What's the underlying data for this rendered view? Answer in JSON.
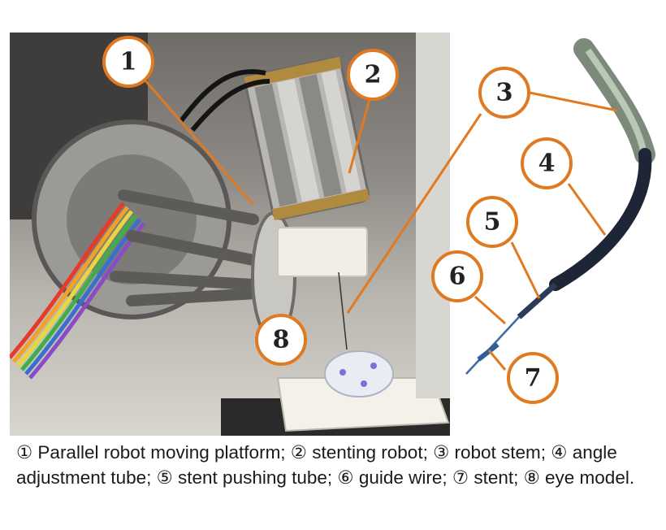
{
  "figure": {
    "left_photo": "left-photo",
    "right_photo": "right-photo"
  },
  "callouts": [
    "1",
    "2",
    "3",
    "4",
    "5",
    "6",
    "7",
    "8"
  ],
  "caption": {
    "text": "① Parallel robot moving platform; ② stenting robot; ③ robot stem; ④ angle adjustment tube; ⑤ stent pushing tube; ⑥ guide wire; ⑦ stent; ⑧ eye model."
  },
  "colors": {
    "callout_accent": "#e07a22",
    "text": "#1a1a1a"
  }
}
